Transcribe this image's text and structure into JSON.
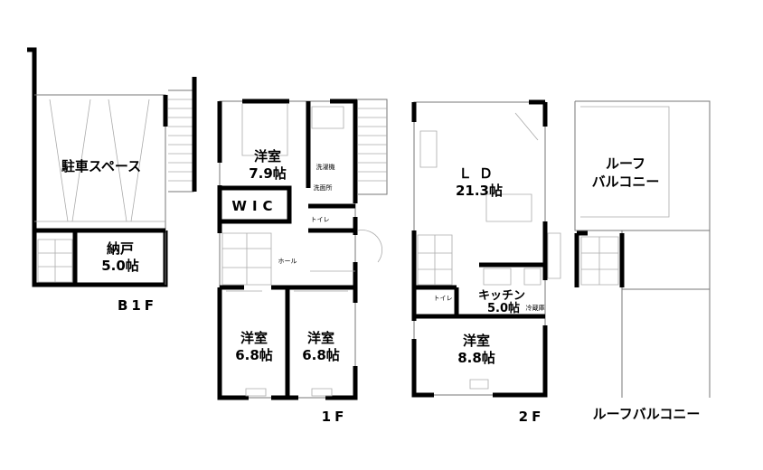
{
  "floors": {
    "b1f": {
      "label": "B1F",
      "parking": "駐車スペース",
      "storage": {
        "name": "納戸",
        "size": "5.0帖"
      }
    },
    "1f": {
      "label": "1F",
      "room_top": {
        "name": "洋室",
        "size": "7.9帖"
      },
      "wic": "WIC",
      "washer": "洗濯機",
      "washroom": "洗面所",
      "toilet": "トイレ",
      "hall": "ホール",
      "room_left": {
        "name": "洋室",
        "size": "6.8帖"
      },
      "room_right": {
        "name": "洋室",
        "size": "6.8帖"
      }
    },
    "2f": {
      "label": "2F",
      "ld": {
        "name": "ＬＤ",
        "size": "21.3帖"
      },
      "toilet": "トイレ",
      "kitchen": {
        "name": "キッチン",
        "size": "5.0帖"
      },
      "fridge": "冷蔵庫",
      "room": {
        "name": "洋室",
        "size": "8.8帖"
      }
    },
    "roof": {
      "label": "ルーフバルコニー",
      "balcony_line1": "ルーフ",
      "balcony_line2": "バルコニー"
    }
  }
}
